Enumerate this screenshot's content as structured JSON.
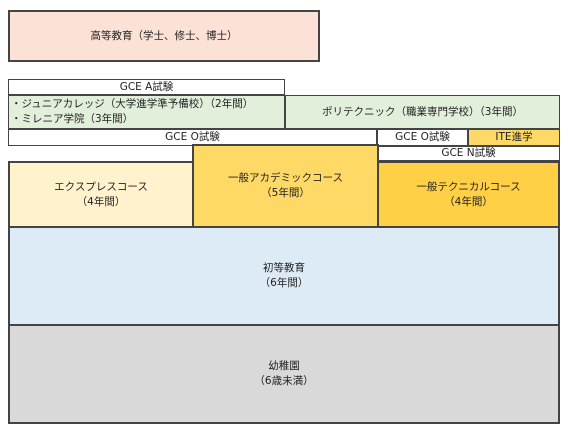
{
  "colors": {
    "higher": "#fbe1d6",
    "green": "#e2efda",
    "cream": "#fff2cc",
    "amber": "#ffd966",
    "gold": "#ffd046",
    "blue": "#ddebf7",
    "gray": "#d9d9d9",
    "white": "#ffffff",
    "border": "#444444"
  },
  "higher_education": "高等教育（学士、修士、博士）",
  "gce_a": {
    "label": "GCE A試験",
    "jc_line1": "・ジュニアカレッジ（大学進学準予備校）（2年間）",
    "jc_line2": "・ミレニア学院（3年間）",
    "polytechnic": "ポリテクニック（職業専門学校）（3年間）"
  },
  "exams": {
    "gce_o_left": "GCE O試験",
    "gce_o_right": "GCE O試験",
    "ite": "ITE進学",
    "gce_n": "GCE N試験"
  },
  "courses": {
    "express": "エクスプレスコース\n（4年間）",
    "academic": "一般アカデミックコース\n（5年間）",
    "technical": "一般テクニカルコース\n（4年間）"
  },
  "primary": "初等教育\n（6年間）",
  "kindergarten": "幼稚園\n（6歳未満）"
}
